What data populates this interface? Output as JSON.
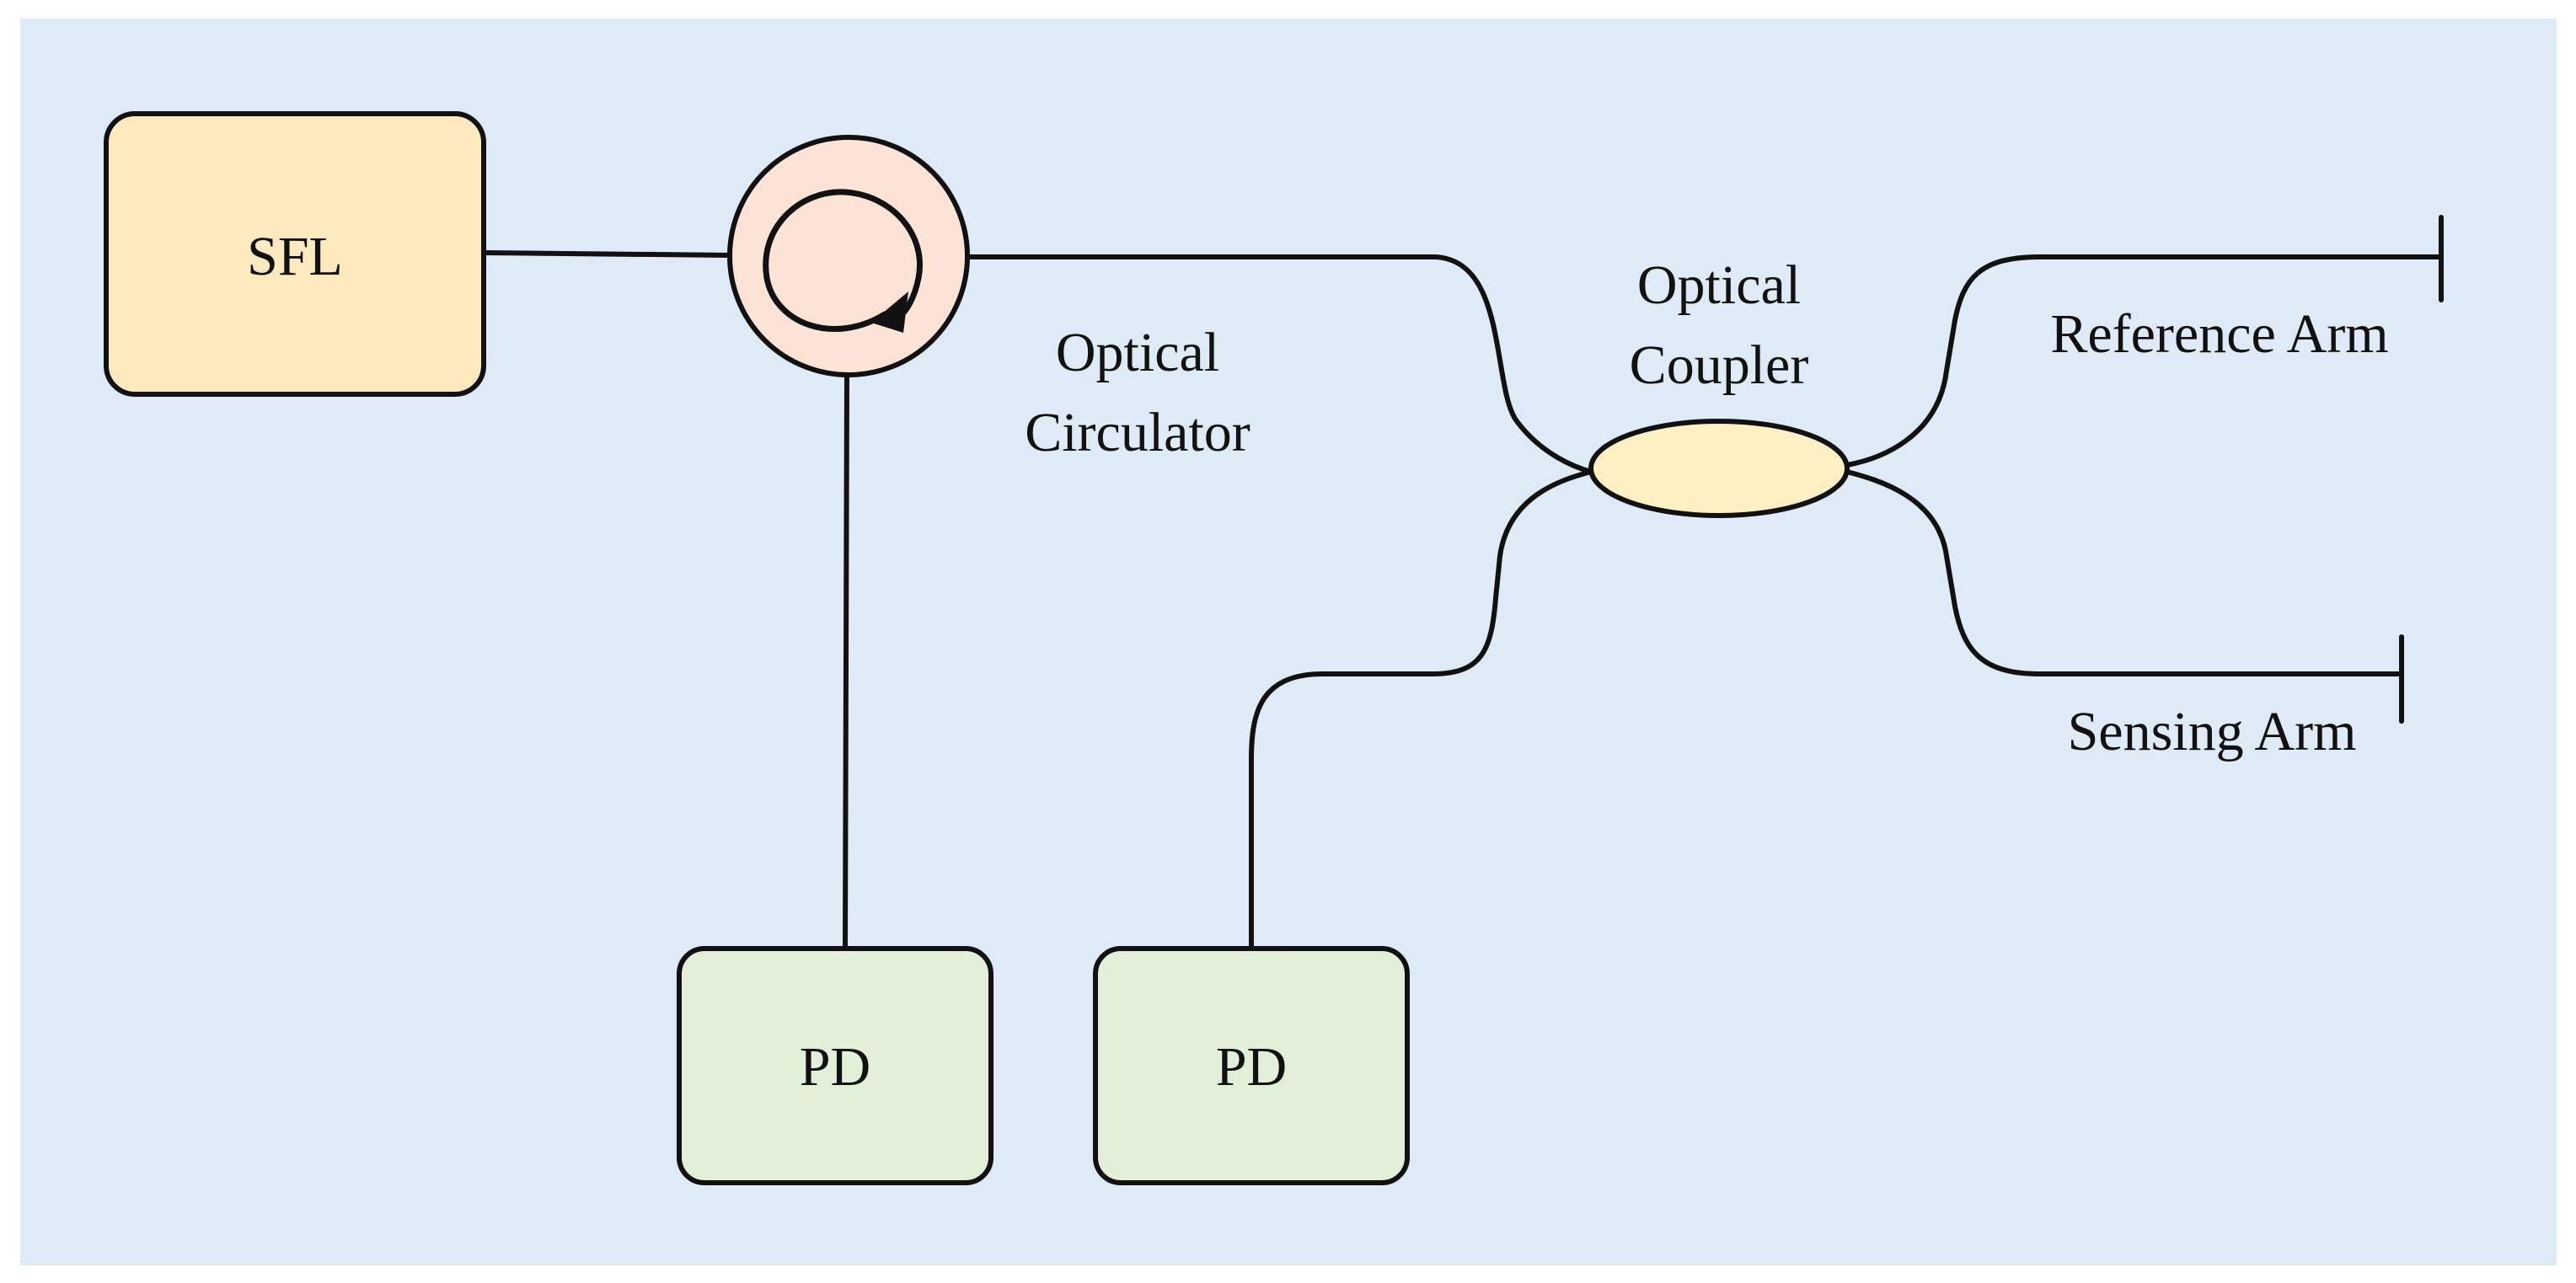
{
  "colors": {
    "background": "#deeaf6",
    "sfl_fill": "#fde9be",
    "circulator_fill": "#fbe3d6",
    "pd_fill": "#e2efd9",
    "coupler_fill": "#fdf0c3",
    "stroke": "#111111"
  },
  "components": {
    "sfl": {
      "label": "SFL"
    },
    "circulator": {
      "label_line1": "Optical",
      "label_line2": "Circulator"
    },
    "coupler": {
      "label_line1": "Optical",
      "label_line2": "Coupler"
    },
    "pd_left": {
      "label": "PD"
    },
    "pd_right": {
      "label": "PD"
    }
  },
  "arms": {
    "reference": {
      "label": "Reference Arm"
    },
    "sensing": {
      "label": "Sensing Arm"
    }
  }
}
